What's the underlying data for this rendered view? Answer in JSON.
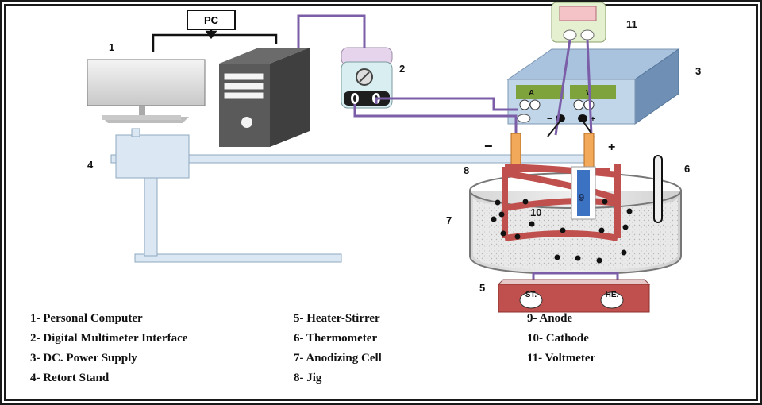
{
  "labels": {
    "pc_box": "PC",
    "n1": "1",
    "n2": "2",
    "n3": "3",
    "n4": "4",
    "n5": "5",
    "n6": "6",
    "n7": "7",
    "n8": "8",
    "n9": "9",
    "n10": "10",
    "n11": "11",
    "minus": "−",
    "plus": "+",
    "ps_a": "A",
    "ps_v": "V",
    "ps_minus": "−",
    "ps_plus": "+",
    "heater_st": "ST.",
    "heater_he": "HE."
  },
  "legend": [
    "1- Personal Computer",
    "2- Digital Multimeter Interface",
    "3- DC. Power Supply",
    "4- Retort Stand",
    "5- Heater-Stirrer",
    "6- Thermometer",
    "7- Anodizing Cell",
    "8- Jig",
    "9- Anode",
    "10- Cathode",
    "11- Voltmeter"
  ]
}
